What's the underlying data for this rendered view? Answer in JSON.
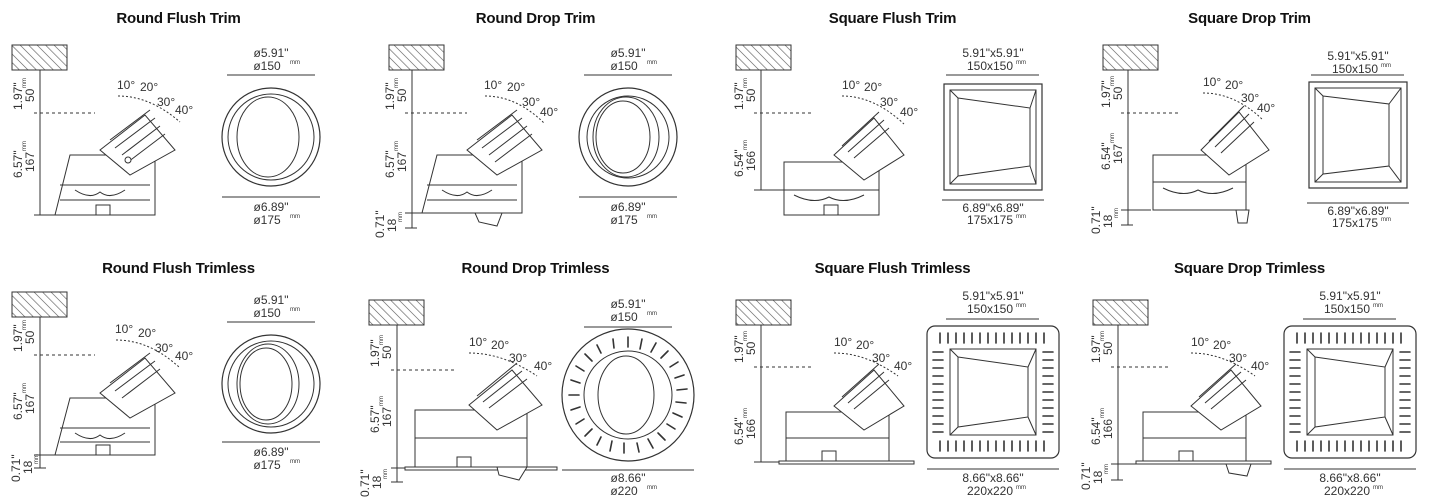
{
  "panels": [
    {
      "title": "Round Flush Trim",
      "shape": "round",
      "variant": "flush",
      "trimless": false,
      "offset_in": "1.97\"",
      "offset_mm": "50",
      "height_in": "6.57\"",
      "height_mm": "167",
      "flange_in": "",
      "flange_mm": "",
      "cutout_in": "ø5.91\"",
      "cutout_mm": "ø150",
      "outer_in": "ø6.89\"",
      "outer_mm": "ø175",
      "angles": [
        "10°",
        "20°",
        "30°",
        "40°"
      ]
    },
    {
      "title": "Round Drop Trim",
      "shape": "round",
      "variant": "drop",
      "trimless": false,
      "offset_in": "1.97\"",
      "offset_mm": "50",
      "height_in": "6.57\"",
      "height_mm": "167",
      "flange_in": "0.71\"",
      "flange_mm": "18",
      "cutout_in": "ø5.91\"",
      "cutout_mm": "ø150",
      "outer_in": "ø6.89\"",
      "outer_mm": "ø175",
      "angles": [
        "10°",
        "20°",
        "30°",
        "40°"
      ]
    },
    {
      "title": "Square Flush Trim",
      "shape": "square",
      "variant": "flush",
      "trimless": false,
      "offset_in": "1.97\"",
      "offset_mm": "50",
      "height_in": "6.54\"",
      "height_mm": "166",
      "flange_in": "",
      "flange_mm": "",
      "cutout_in": "5.91\"x5.91\"",
      "cutout_mm": "150x150",
      "outer_in": "6.89\"x6.89\"",
      "outer_mm": "175x175",
      "angles": [
        "10°",
        "20°",
        "30°",
        "40°"
      ]
    },
    {
      "title": "Square Drop Trim",
      "shape": "square",
      "variant": "drop",
      "trimless": false,
      "offset_in": "1.97\"",
      "offset_mm": "50",
      "height_in": "6.54\"",
      "height_mm": "167",
      "flange_in": "0.71\"",
      "flange_mm": "18",
      "cutout_in": "5.91\"x5.91\"",
      "cutout_mm": "150x150",
      "outer_in": "6.89\"x6.89\"",
      "outer_mm": "175x175",
      "angles": [
        "10°",
        "20°",
        "30°",
        "40°"
      ]
    },
    {
      "title": "Round Flush Trimless",
      "shape": "round",
      "variant": "flush",
      "trimless": true,
      "offset_in": "1.97\"",
      "offset_mm": "50",
      "height_in": "6.57\"",
      "height_mm": "167",
      "flange_in": "0.71\"",
      "flange_mm": "18",
      "cutout_in": "ø5.91\"",
      "cutout_mm": "ø150",
      "outer_in": "ø6.89\"",
      "outer_mm": "ø175",
      "angles": [
        "10°",
        "20°",
        "30°",
        "40°"
      ]
    },
    {
      "title": "Round Drop Trimless",
      "shape": "round",
      "variant": "drop",
      "trimless": true,
      "offset_in": "1.97\"",
      "offset_mm": "50",
      "height_in": "6.57\"",
      "height_mm": "167",
      "flange_in": "0.71\"",
      "flange_mm": "18",
      "cutout_in": "ø5.91\"",
      "cutout_mm": "ø150",
      "outer_in": "ø8.66\"",
      "outer_mm": "ø220",
      "angles": [
        "10°",
        "20°",
        "30°",
        "40°"
      ]
    },
    {
      "title": "Square Flush Trimless",
      "shape": "square",
      "variant": "flush",
      "trimless": true,
      "offset_in": "1.97\"",
      "offset_mm": "50",
      "height_in": "6.54\"",
      "height_mm": "166",
      "flange_in": "",
      "flange_mm": "",
      "cutout_in": "5.91\"x5.91\"",
      "cutout_mm": "150x150",
      "outer_in": "8.66\"x8.66\"",
      "outer_mm": "220x220",
      "angles": [
        "10°",
        "20°",
        "30°",
        "40°"
      ]
    },
    {
      "title": "Square Drop Trimless",
      "shape": "square",
      "variant": "drop",
      "trimless": true,
      "offset_in": "1.97\"",
      "offset_mm": "50",
      "height_in": "6.54\"",
      "height_mm": "166",
      "flange_in": "0.71\"",
      "flange_mm": "18",
      "cutout_in": "5.91\"x5.91\"",
      "cutout_mm": "150x150",
      "outer_in": "8.66\"x8.66\"",
      "outer_mm": "220x220",
      "angles": [
        "10°",
        "20°",
        "30°",
        "40°"
      ]
    }
  ],
  "units": {
    "mm": "mm"
  },
  "colors": {
    "line": "#333333",
    "hatch": "#555555"
  }
}
